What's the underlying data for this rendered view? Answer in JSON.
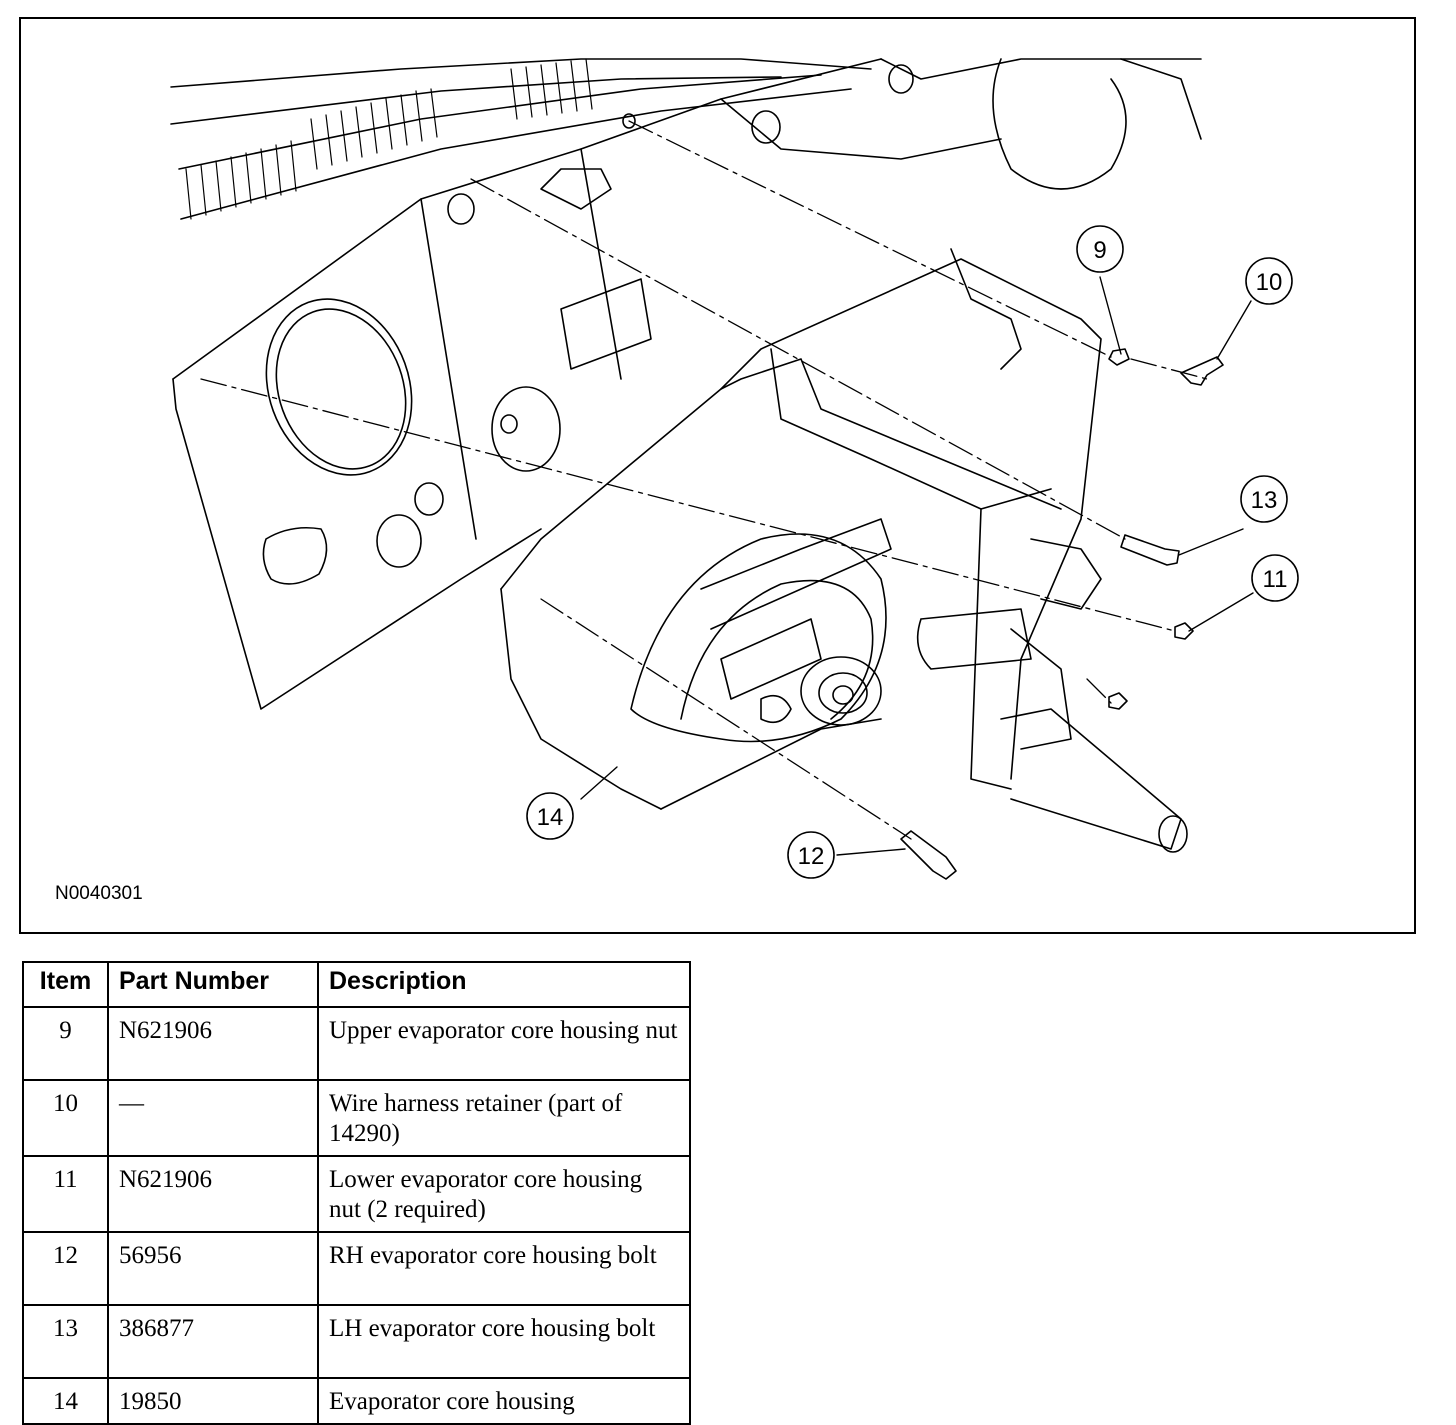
{
  "figure": {
    "code": "N0040301",
    "callouts": [
      "9",
      "10",
      "11",
      "12",
      "13",
      "14"
    ]
  },
  "table": {
    "headers": {
      "item": "Item",
      "part_number": "Part Number",
      "description": "Description"
    },
    "rows": [
      {
        "item": "9",
        "part_number": "N621906",
        "description": "Upper evaporator core housing nut"
      },
      {
        "item": "10",
        "part_number": "—",
        "description": "Wire harness retainer (part of 14290)"
      },
      {
        "item": "11",
        "part_number": "N621906",
        "description": "Lower evaporator core housing nut (2 required)"
      },
      {
        "item": "12",
        "part_number": "56956",
        "description": "RH evaporator core housing bolt"
      },
      {
        "item": "13",
        "part_number": "386877",
        "description": "LH evaporator core housing bolt"
      },
      {
        "item": "14",
        "part_number": "19850",
        "description": "Evaporator core housing"
      }
    ]
  }
}
